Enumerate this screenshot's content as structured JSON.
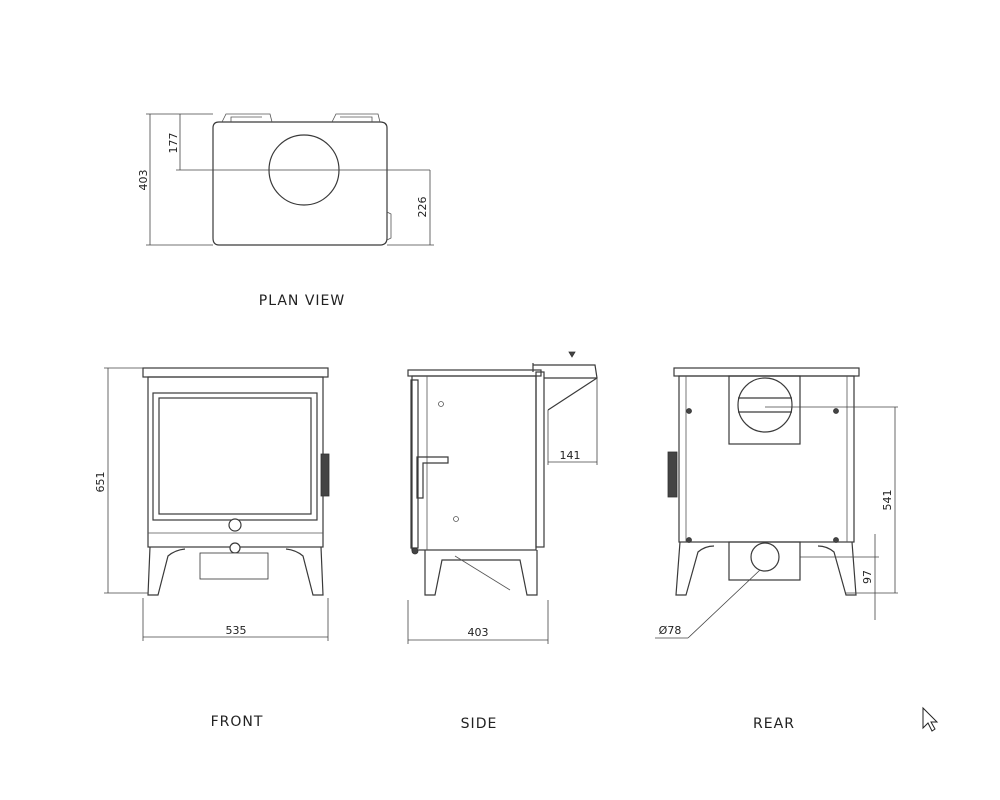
{
  "views": {
    "plan": "PLAN VIEW",
    "front": "FRONT",
    "side": "SIDE",
    "rear": "REAR"
  },
  "dimensions": {
    "plan_depth": "403",
    "plan_flue_from_back": "177",
    "plan_flue_from_front": "226",
    "front_height": "651",
    "front_width": "535",
    "side_depth": "403",
    "side_flue_projection": "141",
    "rear_flue_height": "541",
    "rear_air_inlet_height": "97",
    "rear_air_inlet_diameter": "Ø78"
  },
  "colors": {
    "line": "#3a3a3a",
    "background": "#ffffff"
  },
  "cursor_icon": "mouse-pointer-icon"
}
